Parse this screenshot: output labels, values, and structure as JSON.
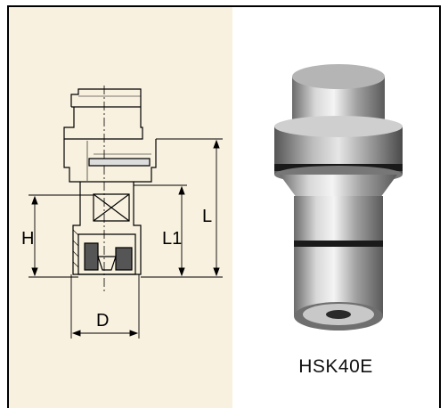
{
  "model": "HSK40E",
  "dimensions": {
    "H": "H",
    "L": "L",
    "L1": "L1",
    "D": "D"
  },
  "colors": {
    "panel_background": "#f8f1df",
    "frame": "#000000",
    "steel": "#a9a9a9"
  }
}
